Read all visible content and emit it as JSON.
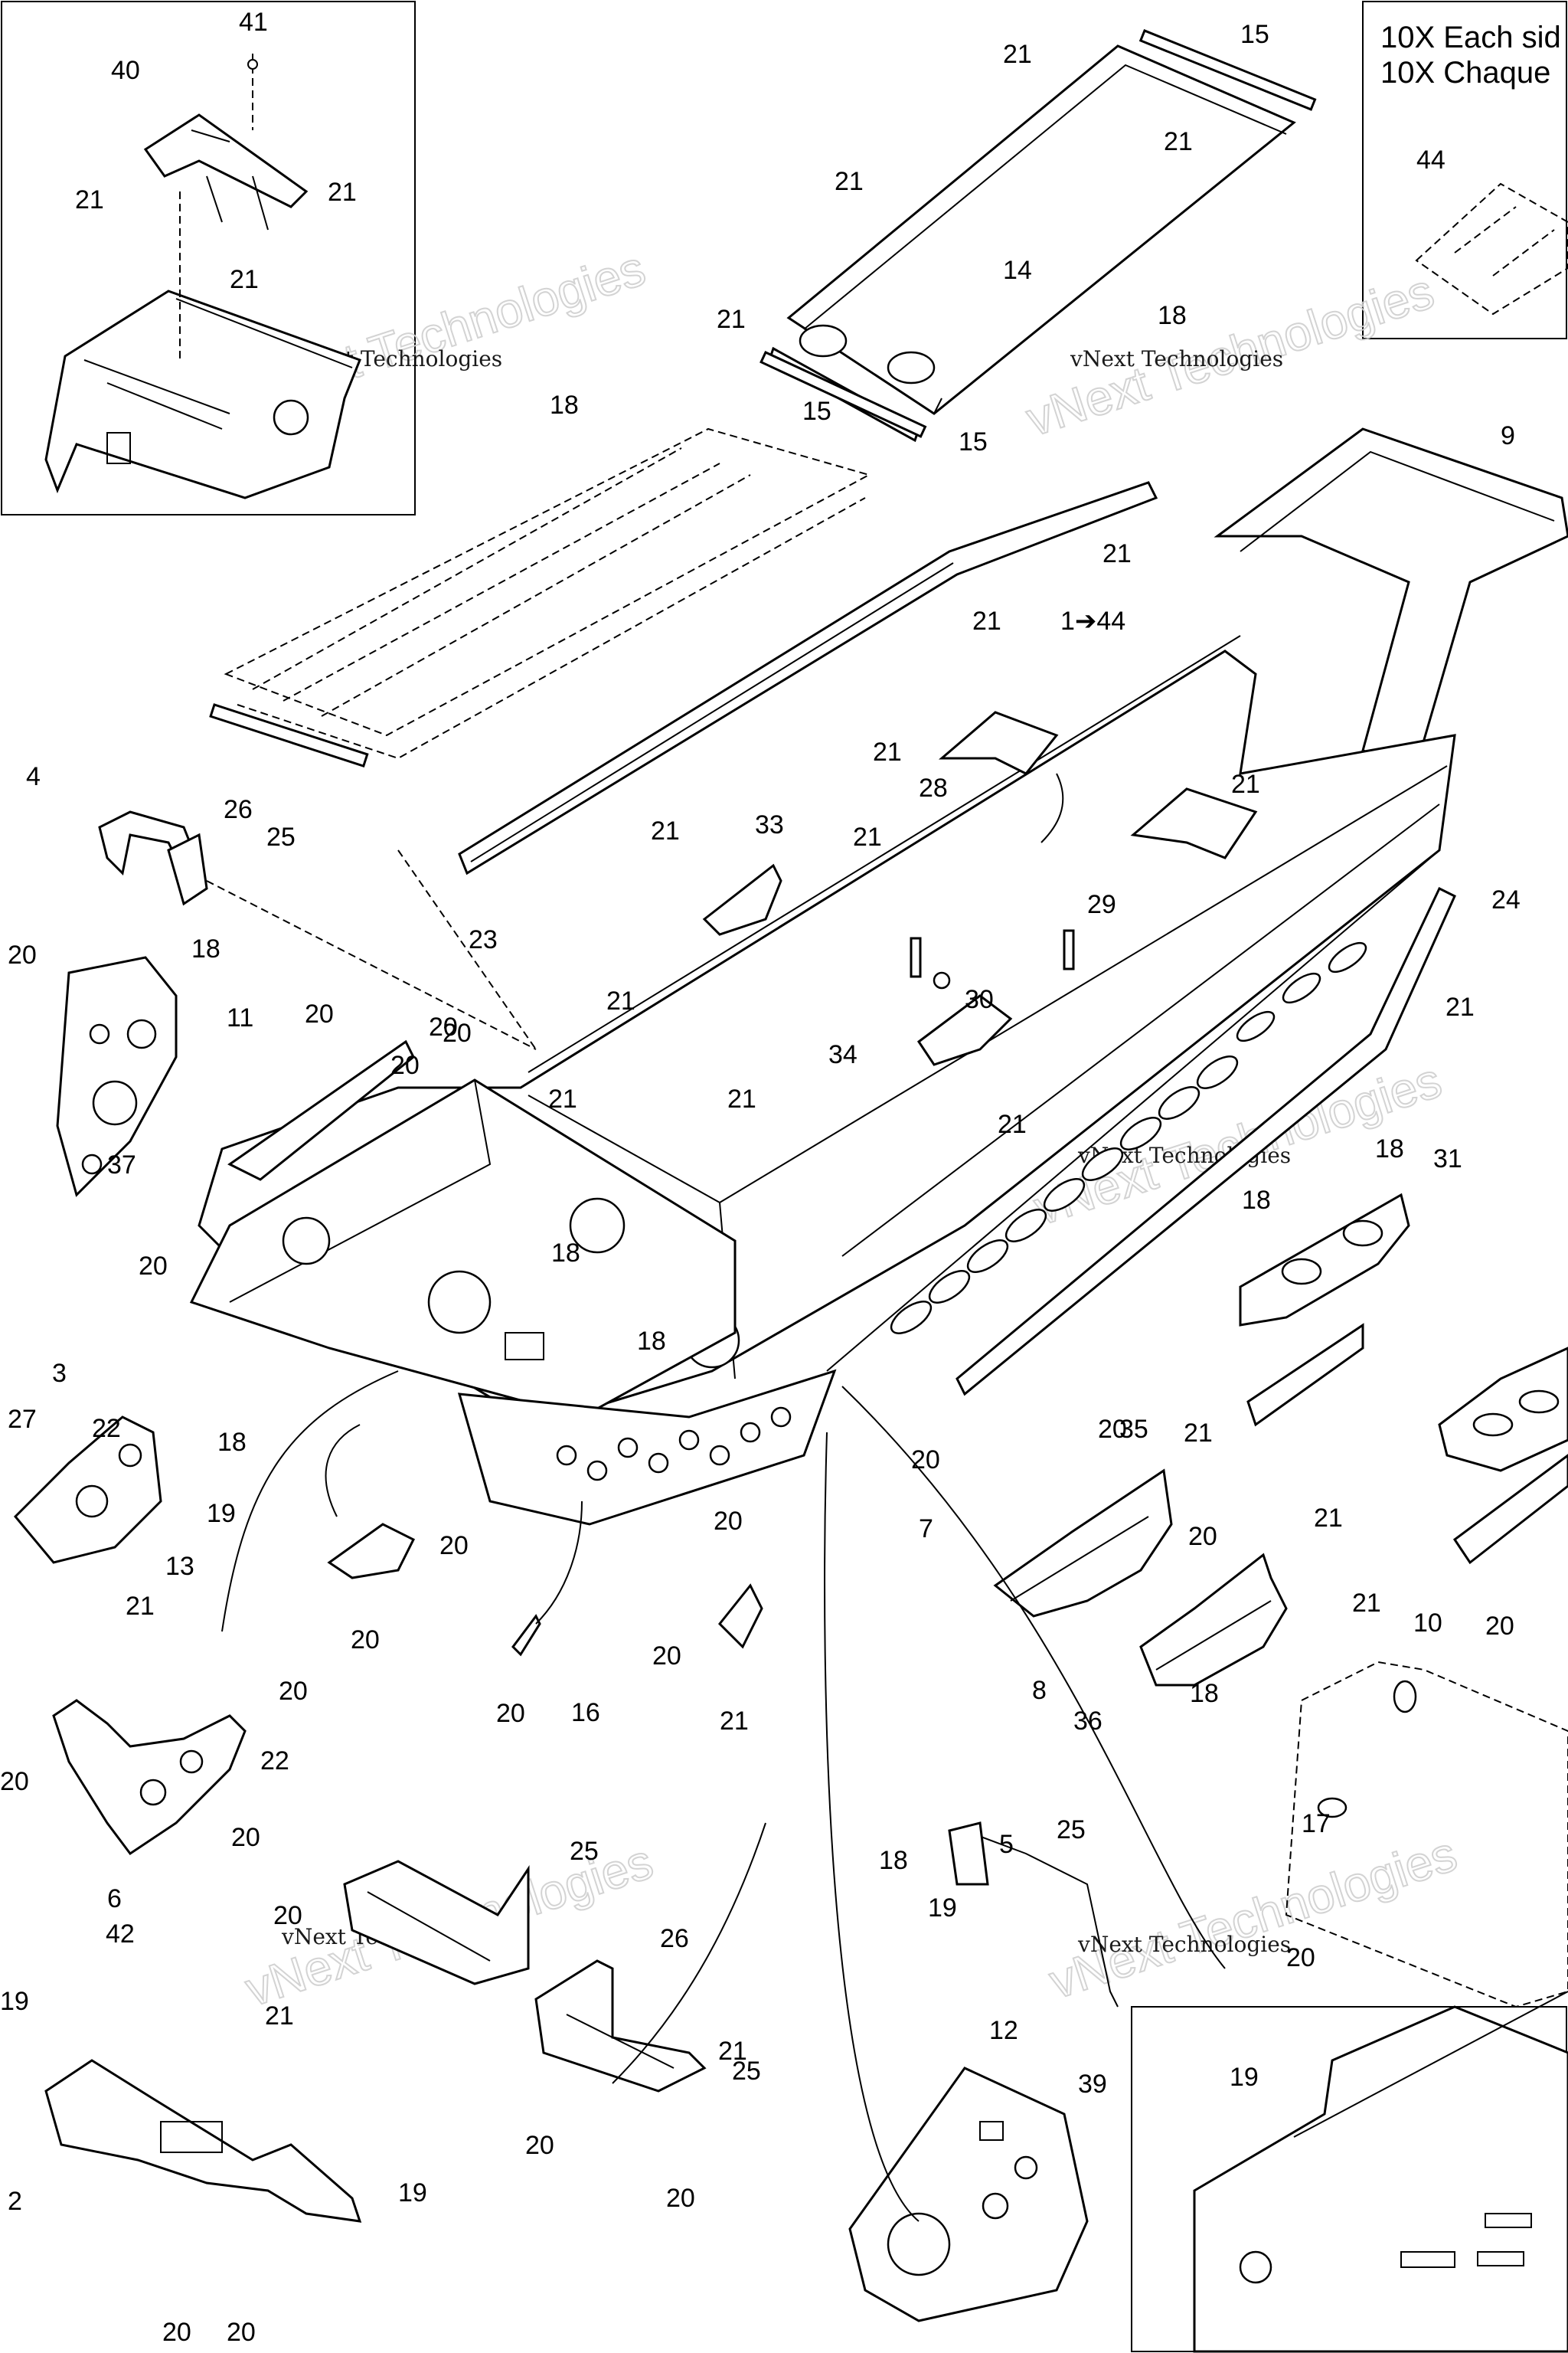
{
  "note": {
    "line1": "10X Each sid",
    "line2": "10X Chaque"
  },
  "watermark": {
    "brand_small": "vNext Technologies",
    "brand_large": "vNext Technologies"
  },
  "callouts": [
    "41",
    "40",
    "21",
    "21",
    "21",
    "15",
    "21",
    "21",
    "21",
    "14",
    "18",
    "21",
    "18",
    "15",
    "15",
    "9",
    "21",
    "21",
    "1➔44",
    "44",
    "4",
    "26",
    "25",
    "18",
    "23",
    "21",
    "33",
    "21",
    "28",
    "21",
    "21",
    "29",
    "24",
    "21",
    "30",
    "34",
    "21",
    "20",
    "11",
    "20",
    "20",
    "21",
    "37",
    "20",
    "20",
    "21",
    "21",
    "18",
    "31",
    "18",
    "20",
    "18",
    "18",
    "3",
    "27",
    "22",
    "19",
    "13",
    "21",
    "20",
    "20",
    "18",
    "35",
    "21",
    "20",
    "20",
    "20",
    "7",
    "20",
    "21",
    "8",
    "21",
    "36",
    "18",
    "10",
    "20",
    "20",
    "22",
    "20",
    "20",
    "6",
    "42",
    "20",
    "20",
    "16",
    "21",
    "25",
    "20",
    "21",
    "26",
    "5",
    "25",
    "18",
    "19",
    "19",
    "17",
    "21",
    "20",
    "25",
    "20",
    "12",
    "39",
    "19",
    "20",
    "2",
    "19",
    "20",
    "20"
  ]
}
